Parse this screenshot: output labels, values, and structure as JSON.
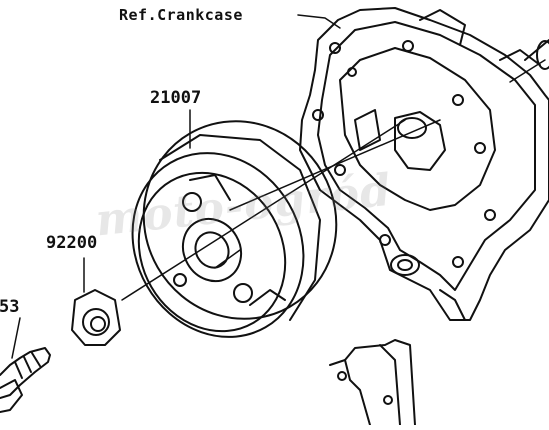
{
  "labels": {
    "ref_crankcase": "Ref.Crankcase",
    "part_21007": "21007",
    "part_92200": "92200",
    "part_53": "53"
  },
  "watermark": "moto-ogród",
  "colors": {
    "line": "#111111",
    "background": "#ffffff",
    "watermark": "#b0b0b0"
  }
}
